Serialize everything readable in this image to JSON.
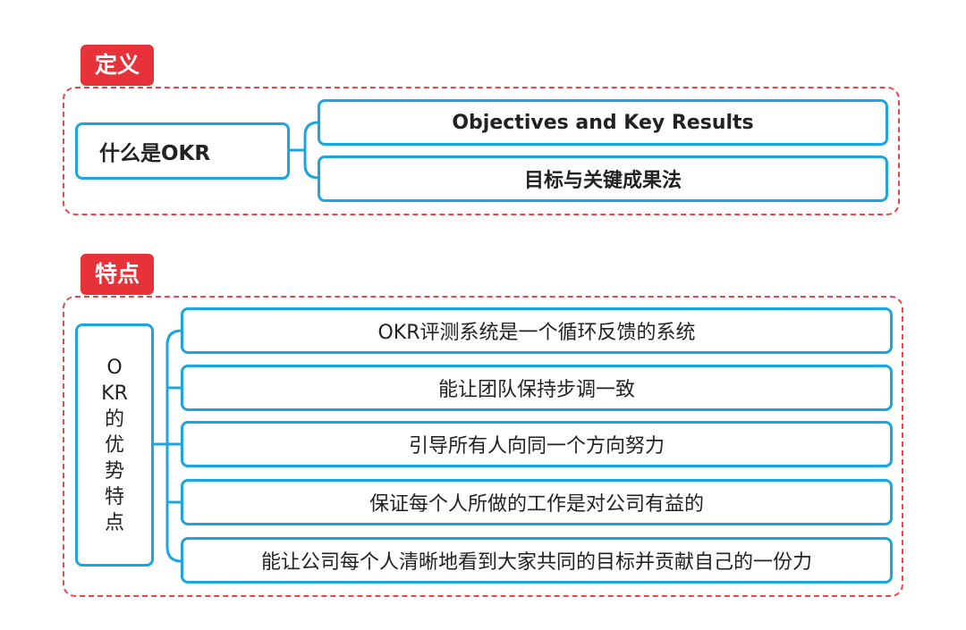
{
  "sections": [
    {
      "tag": "定义",
      "root": "什么是OKR",
      "items": [
        "Objectives and  Key  Results",
        "目标与关键成果法"
      ]
    },
    {
      "tag": "特点",
      "root_chars": [
        "O",
        "KR",
        "的",
        "优",
        "势",
        "特",
        "点"
      ],
      "items": [
        "OKR评测系统是一个循环反馈的系统",
        "能让团队保持步调一致",
        "引导所有人向同一个方向努力",
        "保证每个人所做的工作是对公司有益的",
        "能让公司每个人清晰地看到大家共同的目标并贡献自己的一份力"
      ]
    }
  ],
  "colors": {
    "tag": "#e8323a",
    "dashed_border": "#e8464d",
    "node_border": "#1ea4de",
    "text": "#222222"
  }
}
